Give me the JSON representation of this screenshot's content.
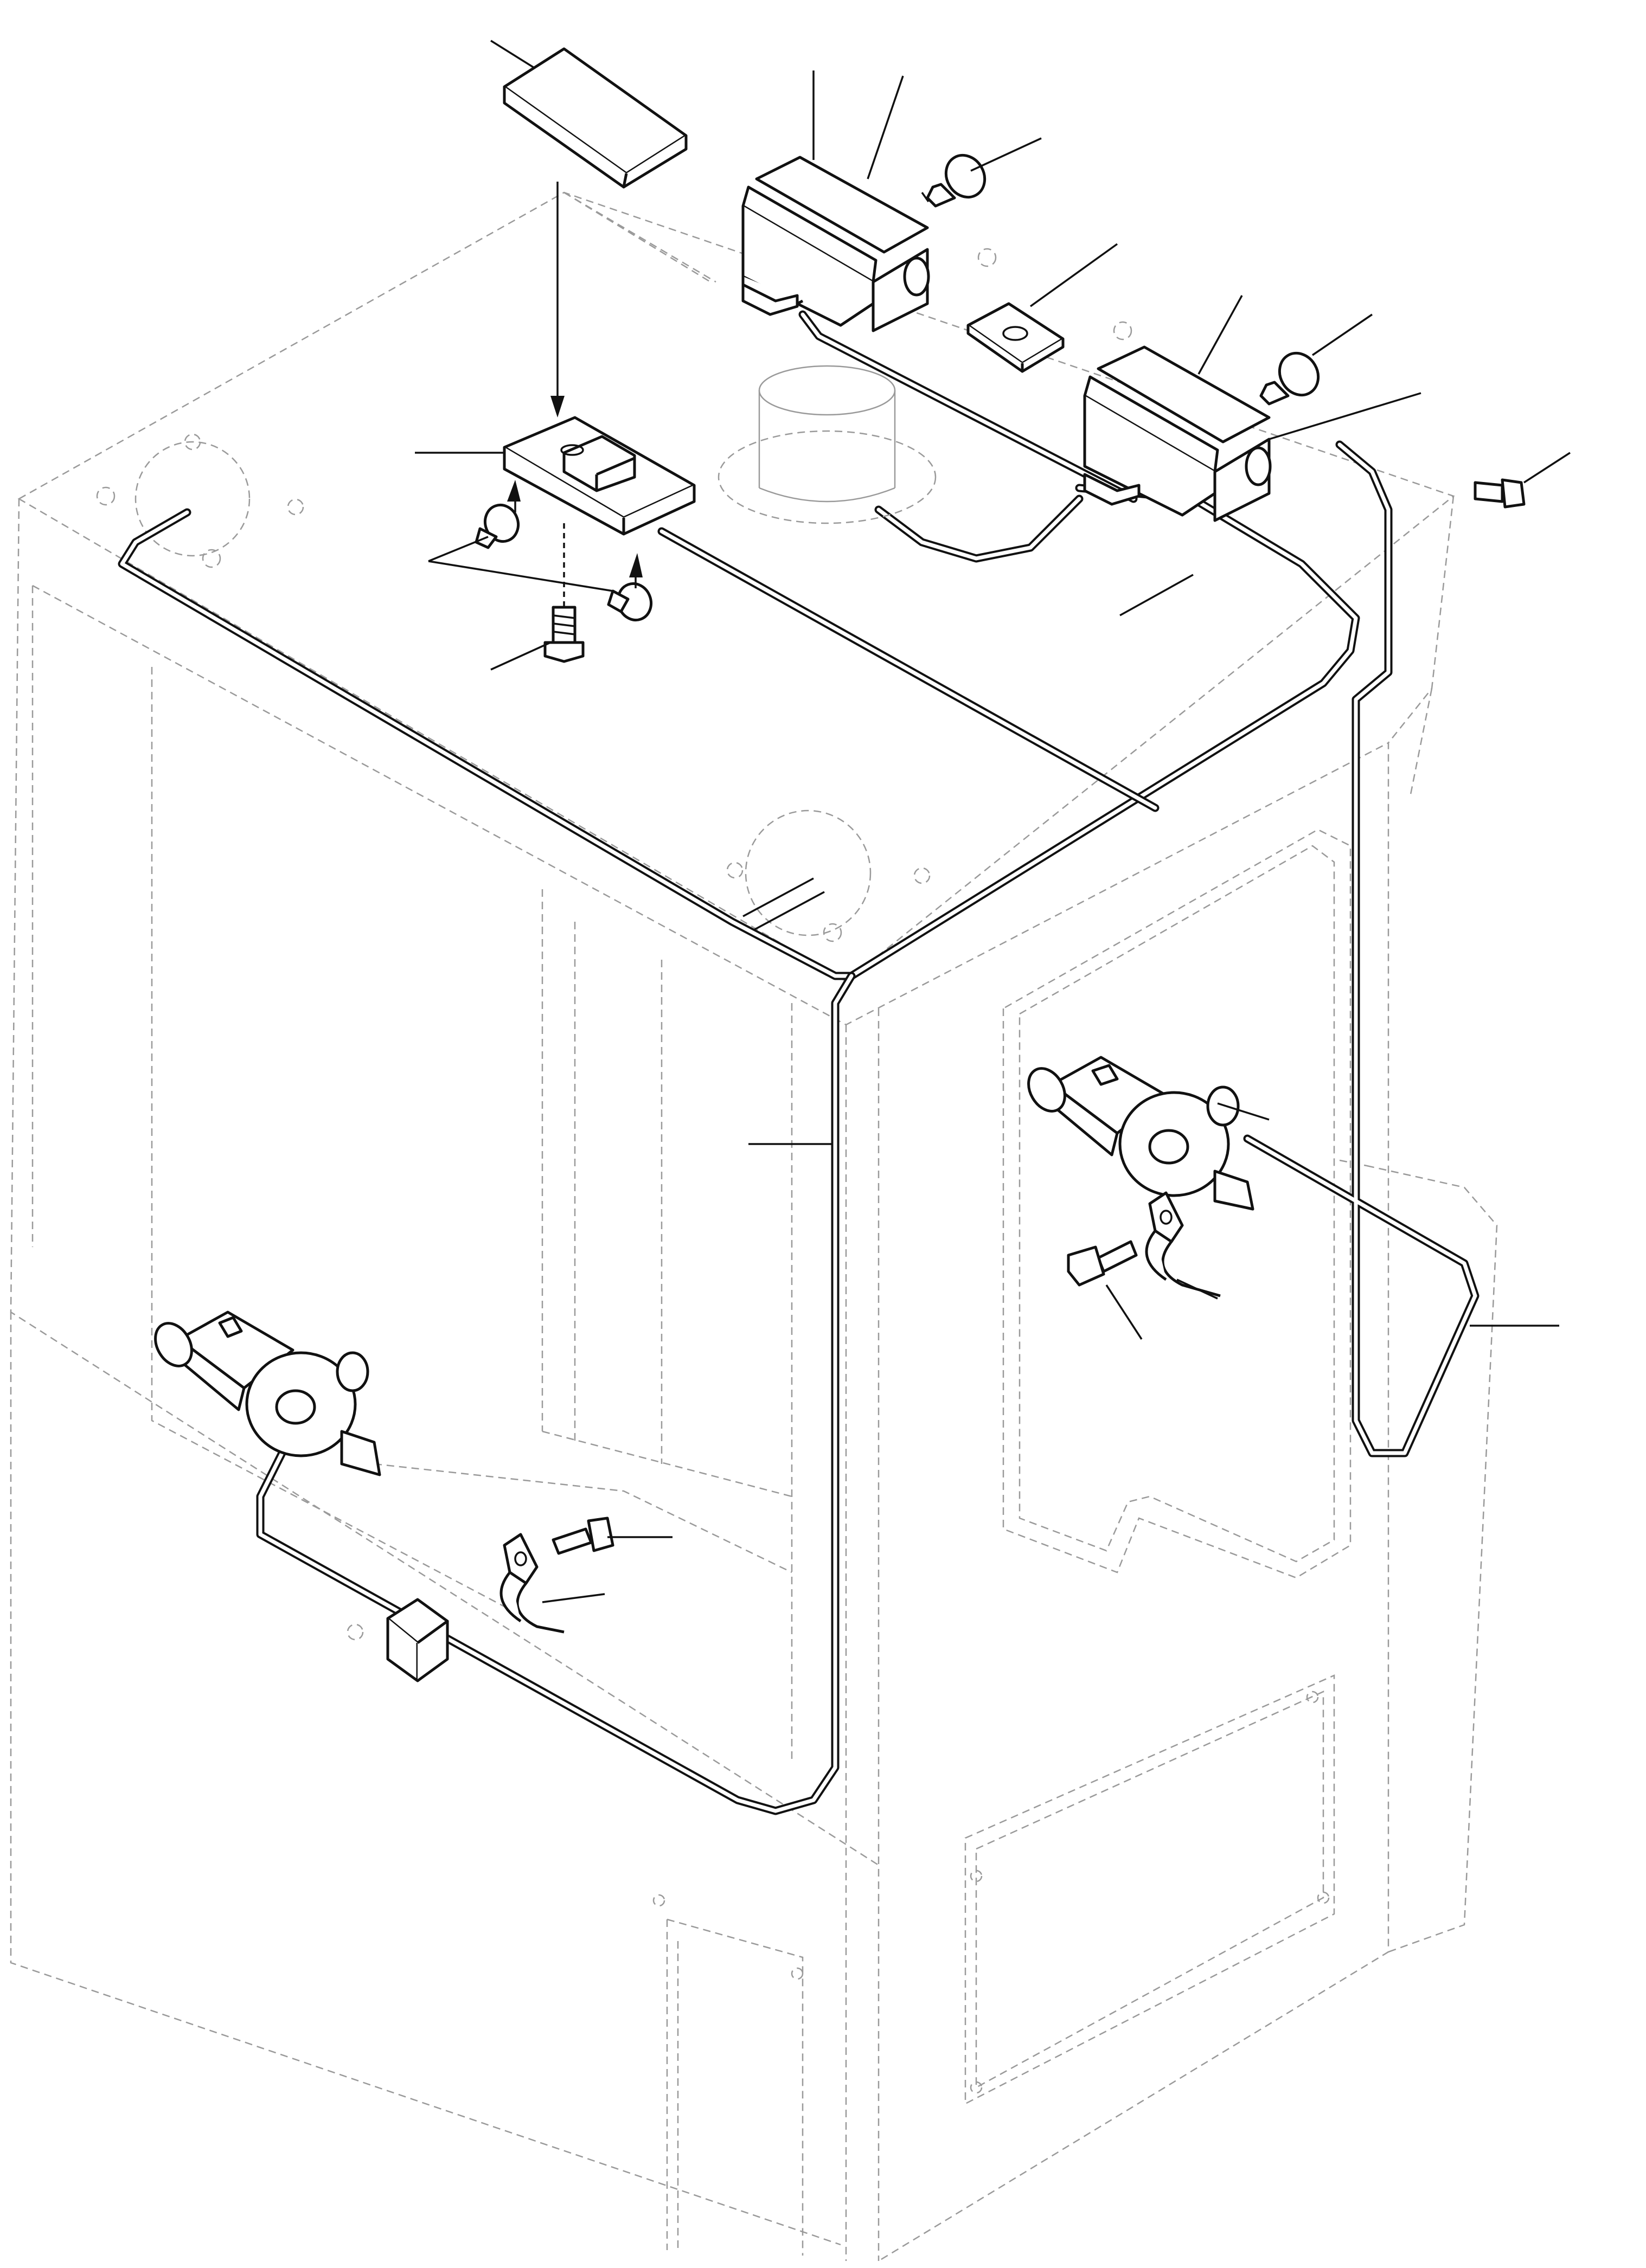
{
  "diagram": {
    "kind": "exploded-parts-view",
    "colors": {
      "line": "#111111",
      "ghost_outline": "#9a9a9a",
      "background": "#ffffff"
    },
    "icons": [
      "dome-lamp-lens",
      "dome-lamp",
      "bulb",
      "screw",
      "work-lamp",
      "mounting-plate",
      "beacon",
      "wiper-motor",
      "cable-clamp",
      "wire-harness",
      "connector"
    ]
  }
}
